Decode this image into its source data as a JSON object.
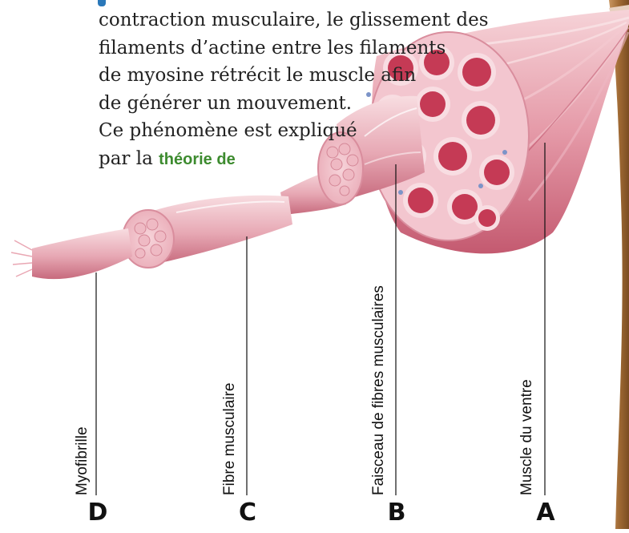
{
  "paragraph": {
    "line1": "contraction musculaire, le glissement des",
    "line2": "filaments d’actine entre les filaments",
    "line3": "de myosine rétrécit le muscle afin",
    "line4": "de générer un mouvement.",
    "line5": "Ce phénomène est expliqué",
    "line6_prefix": "par la ",
    "line6_highlight": "théorie de"
  },
  "labels": {
    "myofibrille": "Myofibrille",
    "fibre": "Fibre musculaire",
    "faisceau": "Faisceau de fibres musculaires",
    "muscle": "Muscle du ventre"
  },
  "letters": {
    "d": "D",
    "c": "C",
    "b": "B",
    "a": "A"
  },
  "colors": {
    "highlight": "#3d8b2f",
    "muscle_light": "#f2c3cb",
    "muscle_mid": "#dc8a9a",
    "muscle_dark": "#b3364f",
    "fascicle_dot": "#c0304e",
    "tendon": "#a0703a"
  }
}
